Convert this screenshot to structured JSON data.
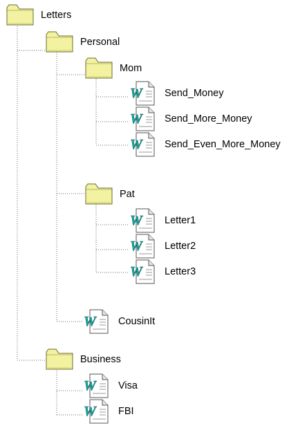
{
  "tree": {
    "root": {
      "label": "Letters",
      "icon": "folder-icon",
      "children": [
        {
          "label": "Personal",
          "icon": "folder-icon",
          "children": [
            {
              "label": "Mom",
              "icon": "folder-icon",
              "children": [
                {
                  "label": "Send_Money",
                  "icon": "word-document-icon"
                },
                {
                  "label": "Send_More_Money",
                  "icon": "word-document-icon"
                },
                {
                  "label": "Send_Even_More_Money",
                  "icon": "word-document-icon"
                }
              ]
            },
            {
              "label": "Pat",
              "icon": "folder-icon",
              "children": [
                {
                  "label": "Letter1",
                  "icon": "word-document-icon"
                },
                {
                  "label": "Letter2",
                  "icon": "word-document-icon"
                },
                {
                  "label": "Letter3",
                  "icon": "word-document-icon"
                }
              ]
            },
            {
              "label": "CousinIt",
              "icon": "word-document-icon"
            }
          ]
        },
        {
          "label": "Business",
          "icon": "folder-icon",
          "children": [
            {
              "label": "Visa",
              "icon": "word-document-icon"
            },
            {
              "label": "FBI",
              "icon": "word-document-icon"
            }
          ]
        }
      ]
    }
  },
  "colors": {
    "folder_fill": "#f2f2a0",
    "folder_stroke": "#6b6b30",
    "connector": "#666666",
    "doc_letter": "#1aa7a0",
    "label_text": "#000000"
  }
}
